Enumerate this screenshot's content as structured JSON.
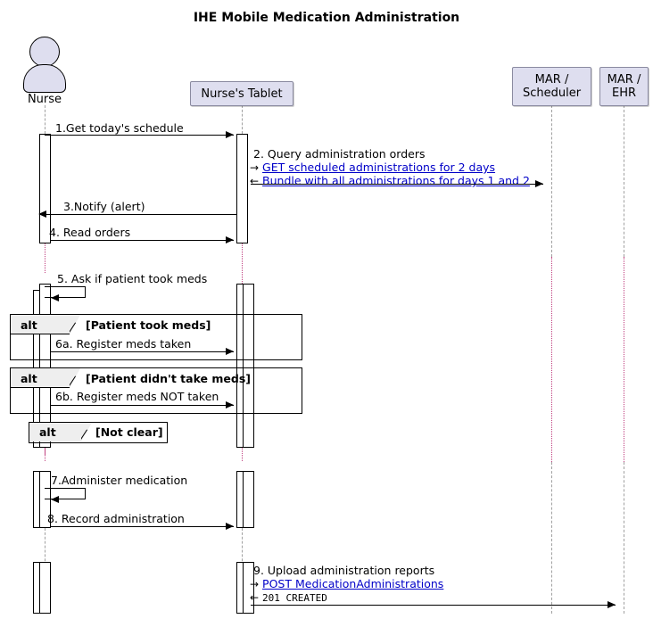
{
  "diagram": {
    "type": "uml-sequence",
    "title": "IHE Mobile Medication Administration"
  },
  "participants": [
    {
      "id": "nurse",
      "kind": "actor",
      "label": "Nurse"
    },
    {
      "id": "tablet",
      "kind": "participant",
      "label": "Nurse's Tablet"
    },
    {
      "id": "scheduler",
      "kind": "participant",
      "label_line1": "MAR /",
      "label_line2": "Scheduler"
    },
    {
      "id": "ehr",
      "kind": "participant",
      "label_line1": "MAR /",
      "label_line2": "EHR"
    }
  ],
  "messages": [
    {
      "num": "1",
      "label": "1.Get today's schedule",
      "from": "nurse",
      "to": "tablet",
      "dir": "right"
    },
    {
      "num": "2",
      "label": "2. Query administration orders",
      "from": "tablet",
      "to": "scheduler",
      "dir": "right",
      "detail_out": "GET scheduled administrations for 2 days",
      "detail_in": "Bundle with all administrations for days 1 and 2",
      "out_arrow": "→",
      "in_arrow": "←"
    },
    {
      "num": "3",
      "label": "3.Notify (alert)",
      "from": "tablet",
      "to": "nurse",
      "dir": "left"
    },
    {
      "num": "4",
      "label": "4. Read orders",
      "from": "nurse",
      "to": "tablet",
      "dir": "right"
    },
    {
      "num": "5",
      "label": "5. Ask if patient took meds",
      "from": "nurse",
      "to": "nurse",
      "dir": "self"
    },
    {
      "num": "6a",
      "label": "6a. Register meds taken",
      "from": "nurse",
      "to": "tablet",
      "dir": "right"
    },
    {
      "num": "6b",
      "label": "6b. Register meds NOT taken",
      "from": "nurse",
      "to": "tablet",
      "dir": "right"
    },
    {
      "num": "7",
      "label": "7.Administer medication",
      "from": "nurse",
      "to": "nurse",
      "dir": "self"
    },
    {
      "num": "8",
      "label": "8. Record administration",
      "from": "nurse",
      "to": "tablet",
      "dir": "right"
    },
    {
      "num": "9",
      "label": "9. Upload administration reports",
      "from": "tablet",
      "to": "ehr",
      "dir": "right",
      "detail_out": "POST MedicationAdministrations",
      "detail_in": "201  CREATED",
      "out_arrow": "→",
      "in_arrow": "←"
    }
  ],
  "fragments": [
    {
      "operator": "alt",
      "guard": "[Patient took meds]"
    },
    {
      "operator": "alt",
      "guard": "[Patient didn't take meds]"
    },
    {
      "operator": "alt",
      "guard": "[Not clear]"
    }
  ],
  "colors": {
    "participant_fill": "#DEDEEF",
    "participant_border": "#8A8AA0",
    "link": "#0000C8",
    "lifeline": "#A0A0A0",
    "lifeline_alt": "#C04080",
    "fragment_tab_fill": "#EEEEEE",
    "line": "#000000"
  }
}
